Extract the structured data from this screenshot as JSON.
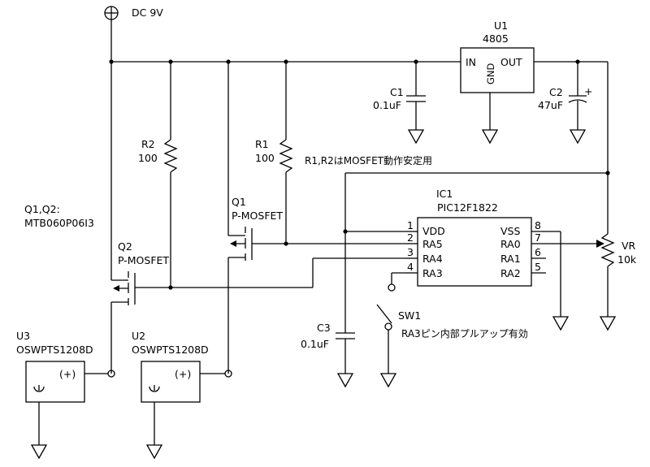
{
  "power": {
    "label": "DC 9V"
  },
  "u1": {
    "ref": "U1",
    "part": "4805",
    "pin_in": "IN",
    "pin_gnd": "GND",
    "pin_out": "OUT"
  },
  "c1": {
    "ref": "C1",
    "value": "0.1uF"
  },
  "c2": {
    "ref": "C2",
    "value": "47uF",
    "polarity": "+"
  },
  "c3": {
    "ref": "C3",
    "value": "0.1uF"
  },
  "r1": {
    "ref": "R1",
    "value": "100"
  },
  "r2": {
    "ref": "R2",
    "value": "100"
  },
  "note_mosfet": "R1,R2はMOSFET動作安定用",
  "note_q": {
    "line1": "Q1,Q2:",
    "line2": "MTB060P06I3"
  },
  "q1": {
    "ref": "Q1",
    "type": "P-MOSFET"
  },
  "q2": {
    "ref": "Q2",
    "type": "P-MOSFET"
  },
  "ic1": {
    "ref": "IC1",
    "part": "PIC12F1822",
    "left_pins": [
      {
        "num": "1",
        "name": "VDD"
      },
      {
        "num": "2",
        "name": "RA5"
      },
      {
        "num": "3",
        "name": "RA4"
      },
      {
        "num": "4",
        "name": "RA3"
      }
    ],
    "right_pins": [
      {
        "num": "8",
        "name": "VSS"
      },
      {
        "num": "7",
        "name": "RA0"
      },
      {
        "num": "6",
        "name": "RA1"
      },
      {
        "num": "5",
        "name": "RA2"
      }
    ]
  },
  "vr": {
    "ref": "VR",
    "value": "10k"
  },
  "sw1": {
    "ref": "SW1",
    "note": "RA3ピン内部プルアップ有効"
  },
  "u2": {
    "ref": "U2",
    "part": "OSWPTS1208D",
    "plus": "(+)"
  },
  "u3": {
    "ref": "U3",
    "part": "OSWPTS1208D",
    "plus": "(+)"
  }
}
